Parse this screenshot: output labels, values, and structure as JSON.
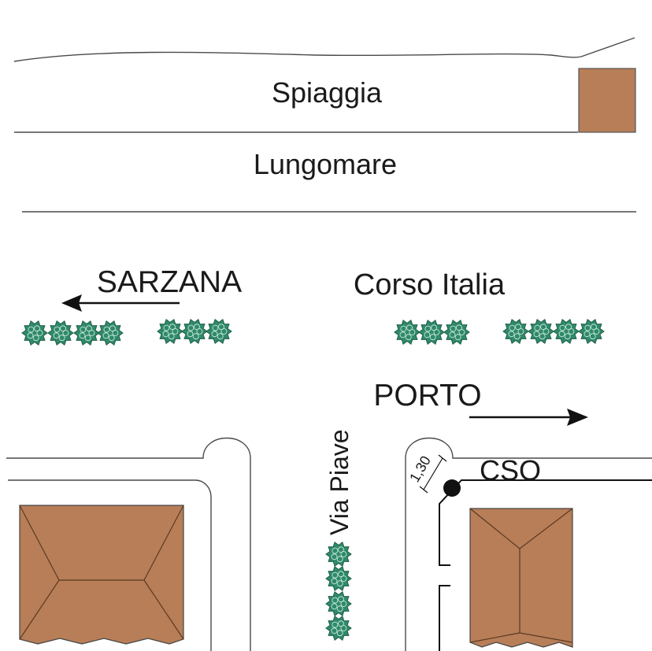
{
  "labels": {
    "beach": "Spiaggia",
    "promenade": "Lungomare",
    "main_street": "Corso Italia",
    "side_street": "Via Piave",
    "dir_left": "SARZANA",
    "dir_right": "PORTO",
    "point": "CSO",
    "dimension": "1,30"
  },
  "colors": {
    "building": "#b87e58",
    "tree": "#2f8a6a",
    "tree_dark": "#1e5e47",
    "road": "#4a4a4a",
    "ink": "#111111"
  },
  "icons": {
    "arrow_left": "arrow-left-icon",
    "arrow_right": "arrow-right-icon",
    "marker": "point-marker-icon",
    "tree": "tree-icon"
  }
}
